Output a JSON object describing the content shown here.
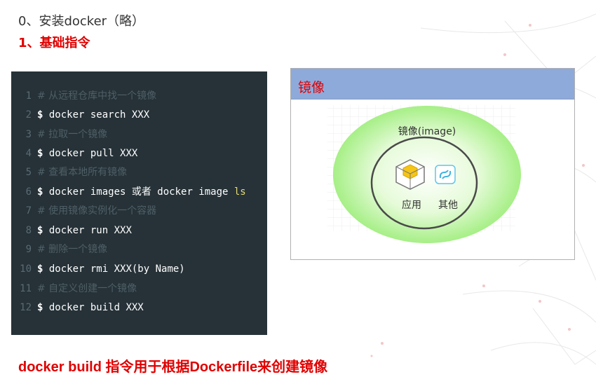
{
  "headings": {
    "step0": "0、安装docker（略）",
    "step1": "1、基础指令"
  },
  "code_block": {
    "lines": [
      {
        "num": "1",
        "text": "# 从远程仓库中找一个镜像",
        "kind": "comment"
      },
      {
        "num": "2",
        "text": "$ docker search  XXX",
        "kind": "cmd"
      },
      {
        "num": "3",
        "text": "# 拉取一个镜像",
        "kind": "comment"
      },
      {
        "num": "4",
        "text": "$ docker pull XXX",
        "kind": "cmd"
      },
      {
        "num": "5",
        "text": "# 查看本地所有镜像",
        "kind": "comment"
      },
      {
        "num": "6",
        "text": "$ docker images 或者 docker image ls",
        "kind": "cmd"
      },
      {
        "num": "7",
        "text": "# 使用镜像实例化一个容器",
        "kind": "comment"
      },
      {
        "num": "8",
        "text": "$ docker  run  XXX",
        "kind": "cmd"
      },
      {
        "num": "9",
        "text": "# 删除一个镜像",
        "kind": "comment"
      },
      {
        "num": "10",
        "text": "$ docker rmi  XXX(by Name)",
        "kind": "cmd"
      },
      {
        "num": "11",
        "text": "# 自定义创建一个镜像",
        "kind": "comment"
      },
      {
        "num": "12",
        "text": "$ docker build XXX",
        "kind": "cmd"
      }
    ]
  },
  "image_panel": {
    "title": "镜像",
    "diagram_label": "镜像(image)",
    "app_label": "应用",
    "other_label": "其他",
    "app_icon": "package-box-icon",
    "other_icon": "link-icon"
  },
  "footer": {
    "note": "docker build 指令用于根据Dockerfile来创建镜像"
  },
  "colors": {
    "accent_red": "#e00000",
    "code_bg": "#263238",
    "panel_header": "#8eaadb",
    "ellipse_green": "#b9f5a0"
  }
}
